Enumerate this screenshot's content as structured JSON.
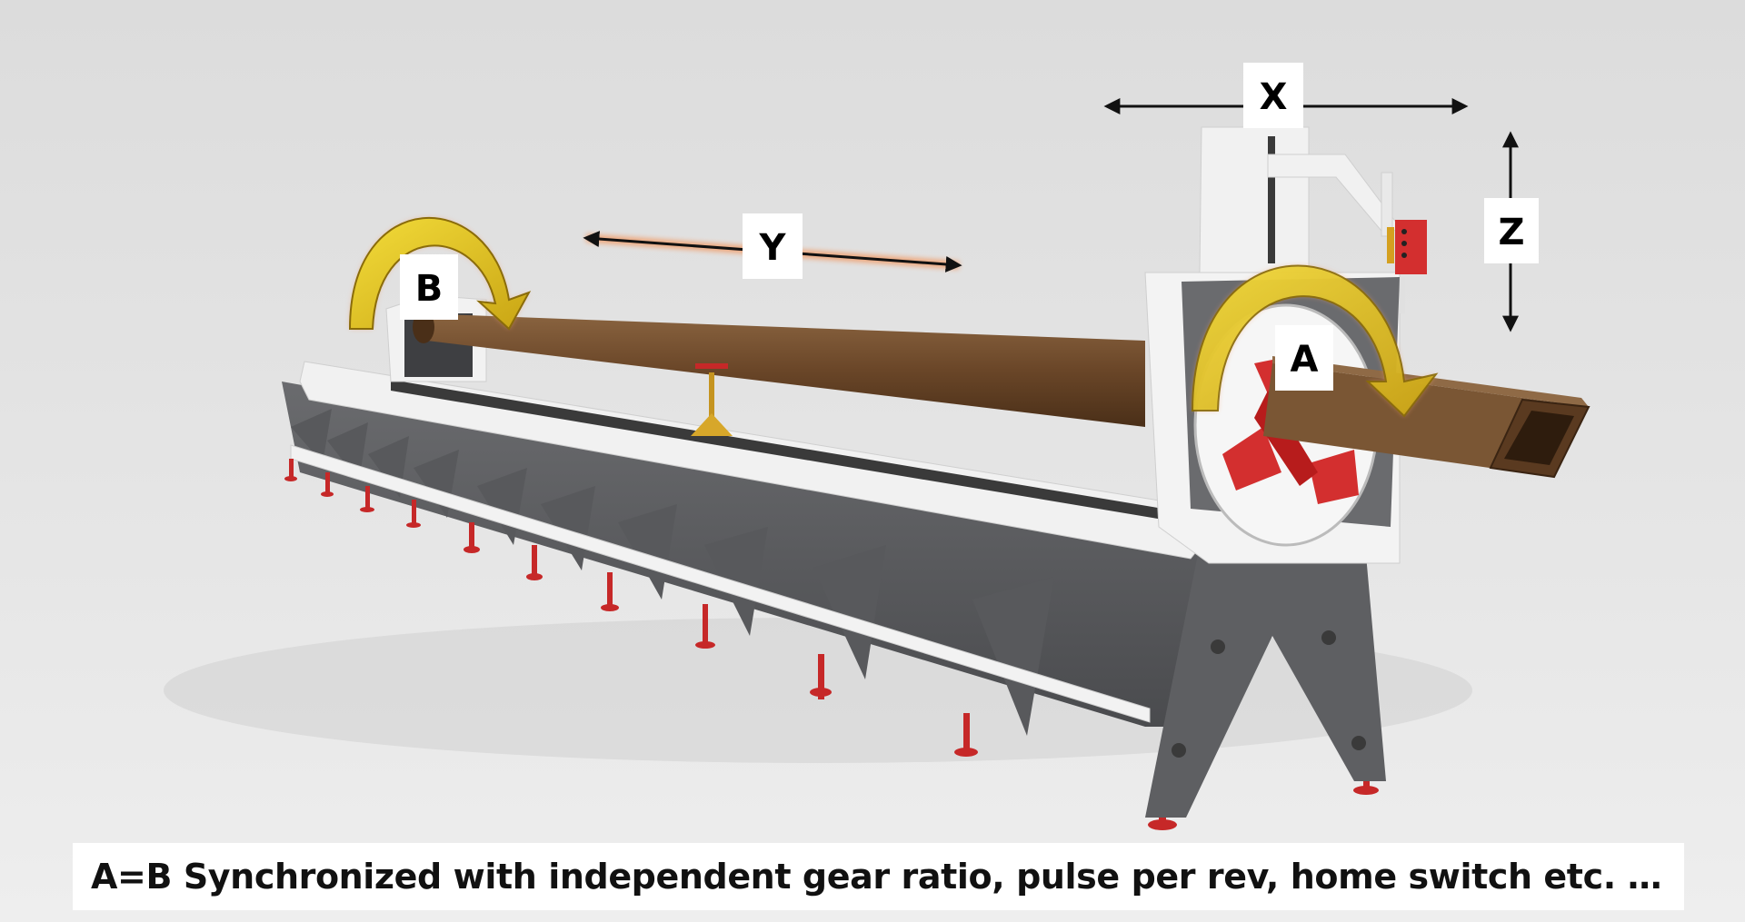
{
  "labels": {
    "x": "X",
    "y": "Y",
    "z": "Z",
    "a": "A",
    "b": "B"
  },
  "caption": "A=B Synchronized with independent gear ratio, pulse per rev, home switch etc. …",
  "colors": {
    "background": "#e3e3e3",
    "frame_gray": "#5f6063",
    "frame_white": "#ececec",
    "pipe_brown": "#6e4a2c",
    "tube_brown": "#7a5634",
    "rotation_arrow": "#e6c41f",
    "arrow_glow": "#f0a070",
    "leveling_feet": "#c62828",
    "chuck_red": "#d32f2f"
  }
}
